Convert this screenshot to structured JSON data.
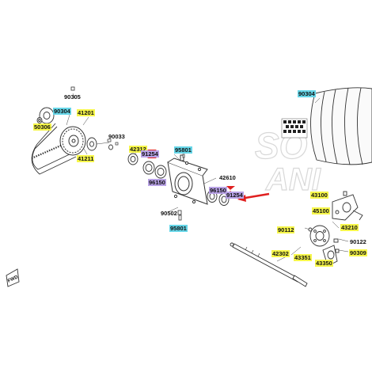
{
  "diagram": {
    "watermark_line1": "SO",
    "watermark_line2": "ANI",
    "direction_label": "FWD",
    "colors": {
      "yellow_highlight": "#f6f64a",
      "cyan_highlight": "#66d6e8",
      "purple_highlight": "#b9a3e6",
      "arrow_red": "#e02020"
    },
    "labels": {
      "p90305": "90305",
      "p90304a": "90304",
      "p41201": "41201",
      "p50306": "50306",
      "p90033": "90033",
      "p41211": "41211",
      "p42312": "42312",
      "p91254a": "91254",
      "p95801a": "95801",
      "p96150a": "96150",
      "p42610": "42610",
      "p96150b": "96150",
      "p91254b": "91254",
      "p90502": "90502",
      "p95801b": "95801",
      "p90304b": "90304",
      "p43100": "43100",
      "p45100": "45100",
      "p43210": "43210",
      "p90112": "90112",
      "p90122": "90122",
      "p42302": "42302",
      "p43351": "43351",
      "p90309": "90309",
      "p43350": "43350"
    }
  }
}
